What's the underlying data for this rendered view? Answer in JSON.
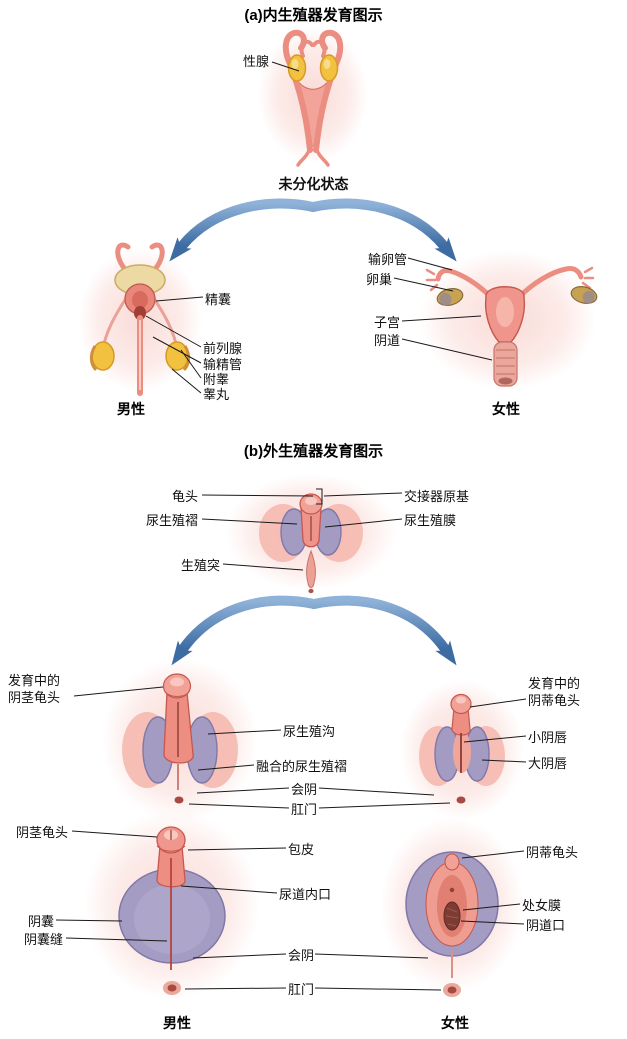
{
  "section_a": {
    "title": "(a)内生殖器发育图示",
    "gonad_label": "性腺",
    "undifferentiated_label": "未分化状态",
    "male": {
      "caption": "男性",
      "seminal_vesicle": "精囊",
      "prostate": "前列腺",
      "vas_deferens": "输精管",
      "epididymis": "附睾",
      "testis": "睾丸"
    },
    "female": {
      "caption": "女性",
      "fallopian_tube": "输卵管",
      "ovary": "卵巢",
      "uterus": "子宫",
      "vagina": "阴道"
    }
  },
  "section_b": {
    "title": "(b)外生殖器发育图示",
    "early": {
      "glans": "龟头",
      "urogenital_fold": "尿生殖褶",
      "genital_tubercle": "生殖突",
      "copulatory_primordium": "交接器原基",
      "urogenital_membrane": "尿生殖膜"
    },
    "middle": {
      "developing_glans_penis": "发育中的\n阴茎龟头",
      "urogenital_groove": "尿生殖沟",
      "fused_urogenital_folds": "融合的尿生殖褶",
      "perineum": "会阴",
      "anus": "肛门",
      "developing_glans_clitoris": "发育中的\n阴蒂龟头",
      "labia_minora": "小阴唇",
      "labia_majora": "大阴唇"
    },
    "late": {
      "glans_penis": "阴茎龟头",
      "prepuce": "包皮",
      "urethral_opening": "尿道内口",
      "scrotum": "阴囊",
      "scrotal_raphe": "阴囊缝",
      "perineum": "会阴",
      "anus": "肛门",
      "glans_clitoris": "阴蒂龟头",
      "hymen": "处女膜",
      "vaginal_opening": "阴道口",
      "male_caption": "男性",
      "female_caption": "女性"
    }
  },
  "colors": {
    "arrow_blue": "#3d6ca3",
    "tissue_pink": "#ee8e83",
    "swelling_purple": "#a39bc2",
    "gonad_yellow": "#f1c13f"
  }
}
